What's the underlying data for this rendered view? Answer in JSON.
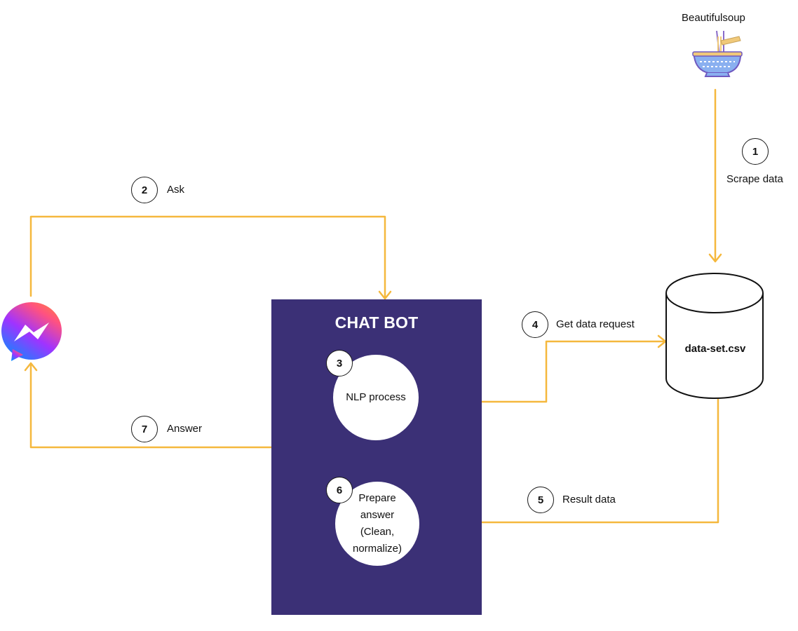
{
  "chatbot": {
    "title": "CHAT BOT"
  },
  "nodes": {
    "nlp": {
      "step": "3",
      "label": "NLP process"
    },
    "prepare": {
      "step": "6",
      "label_lines": [
        "Prepare",
        "answer",
        "(Clean,",
        "normalize)"
      ]
    }
  },
  "steps": [
    {
      "number": "1",
      "label": "Scrape data"
    },
    {
      "number": "2",
      "label": "Ask"
    },
    {
      "number": "4",
      "label": "Get data request"
    },
    {
      "number": "5",
      "label": "Result data"
    },
    {
      "number": "7",
      "label": "Answer"
    }
  ],
  "database": {
    "label": "data-set.csv"
  },
  "scraper": {
    "label": "Beautifulsoup"
  },
  "colors": {
    "arrow": "#f5b83d",
    "chatbot_bg": "#3b3076",
    "node_bg": "#ffffff",
    "outline": "#1a1a1a"
  },
  "icons": {
    "messenger": "messenger-icon",
    "soup_bowl": "soup-bowl-icon",
    "database": "database-cylinder-icon"
  }
}
